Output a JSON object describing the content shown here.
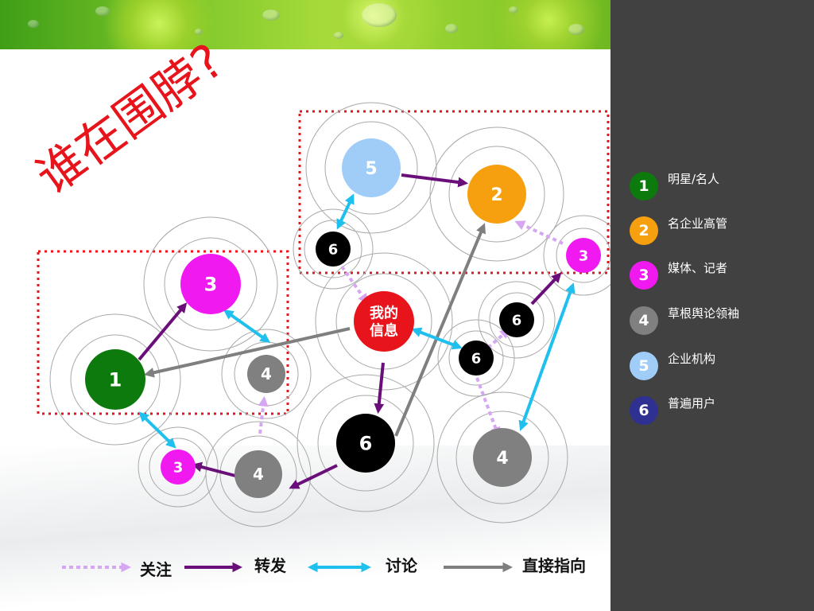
{
  "title": "谁在围脖?",
  "nodes": [
    {
      "id": "star-1",
      "num": "1",
      "type": 1
    },
    {
      "id": "media-3a",
      "num": "3",
      "type": 3
    },
    {
      "id": "grassroots-4a",
      "num": "4",
      "type": 4
    },
    {
      "id": "media-3b",
      "num": "3",
      "type": 3
    },
    {
      "id": "grassroots-4b",
      "num": "4",
      "type": 4
    },
    {
      "id": "my-info",
      "num": "我的\n信息",
      "type": 0
    },
    {
      "id": "user-6a",
      "num": "6",
      "type": 6
    },
    {
      "id": "company-5",
      "num": "5",
      "type": 5
    },
    {
      "id": "exec-2",
      "num": "2",
      "type": 2
    },
    {
      "id": "user-6b",
      "num": "6",
      "type": 6
    },
    {
      "id": "user-6c",
      "num": "6",
      "type": 6
    },
    {
      "id": "user-6d",
      "num": "6",
      "type": 6
    },
    {
      "id": "grassroots-4c",
      "num": "4",
      "type": 4
    },
    {
      "id": "media-3c",
      "num": "3",
      "type": 3
    }
  ],
  "my_info_lines": [
    "我的",
    "信息"
  ],
  "colors": {
    "type1": "#0d7a0d",
    "type2": "#f7a00f",
    "type3": "#f019f0",
    "type4": "#808080",
    "type5": "#9fcdf8",
    "type6": "#000000",
    "type0": "#e8141b",
    "legend6": "#2e3092",
    "follow": "#d6a6f2",
    "forward": "#6a0f7a",
    "discuss": "#1fc0ee",
    "direct": "#7f7f7f"
  },
  "legend": [
    {
      "num": "1",
      "label": "明星/名人",
      "color": "#0d7a0d"
    },
    {
      "num": "2",
      "label": "名企业高管",
      "color": "#f7a00f"
    },
    {
      "num": "3",
      "label": "媒体、记者",
      "color": "#f019f0"
    },
    {
      "num": "4",
      "label": "草根舆论领袖",
      "color": "#808080"
    },
    {
      "num": "5",
      "label": "企业机构",
      "color": "#9fcdf8"
    },
    {
      "num": "6",
      "label": "普遍用户",
      "color": "#2e3092"
    }
  ],
  "arrow_legend": {
    "follow": "关注",
    "forward": "转发",
    "discuss": "讨论",
    "direct": "直接指向"
  }
}
